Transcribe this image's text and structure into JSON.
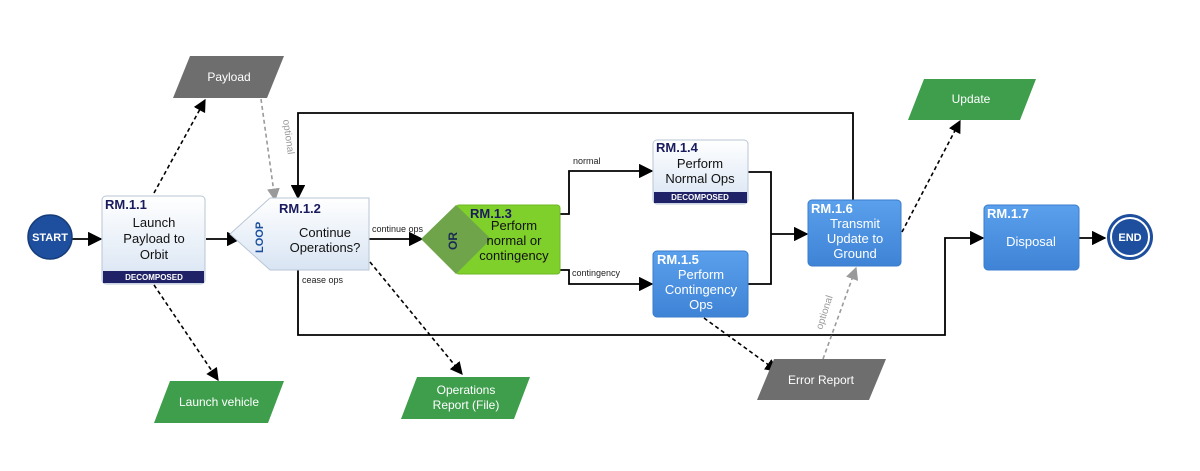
{
  "nodes": {
    "start": {
      "label": "START"
    },
    "end": {
      "label": "END"
    },
    "rm11": {
      "id": "RM.1.1",
      "lines": [
        "Launch",
        "Payload to",
        "Orbit"
      ],
      "badge": "DECOMPOSED"
    },
    "rm12": {
      "id": "RM.1.2",
      "lines": [
        "Continue",
        "Operations?"
      ],
      "loop": "LOOP"
    },
    "rm13": {
      "id": "RM.1.3",
      "lines": [
        "Perform",
        "normal or",
        "contingency"
      ],
      "gate": "OR"
    },
    "rm14": {
      "id": "RM.1.4",
      "lines": [
        "Perform",
        "Normal Ops"
      ],
      "badge": "DECOMPOSED"
    },
    "rm15": {
      "id": "RM.1.5",
      "lines": [
        "Perform",
        "Contingency",
        "Ops"
      ]
    },
    "rm16": {
      "id": "RM.1.6",
      "lines": [
        "Transmit",
        "Update to",
        "Ground"
      ]
    },
    "rm17": {
      "id": "RM.1.7",
      "lines": [
        "Disposal"
      ]
    }
  },
  "io_items": {
    "payload": {
      "lines": [
        "Payload"
      ]
    },
    "launch_vehicle": {
      "lines": [
        "Launch vehicle"
      ]
    },
    "ops_report": {
      "lines": [
        "Operations",
        "Report (File)"
      ]
    },
    "error_report": {
      "lines": [
        "Error Report"
      ]
    },
    "update": {
      "lines": [
        "Update"
      ]
    }
  },
  "edge_labels": {
    "continue_ops": "continue ops",
    "cease_ops": "cease ops",
    "normal": "normal",
    "contingency": "contingency",
    "optional_payload": "optional",
    "optional_error": "optional"
  },
  "colors": {
    "start_end": "#1d4f9e",
    "function_light": "#e6eef8",
    "badge": "#1f2266",
    "function_blue": "#4a8fe0",
    "or_gate": "#6fa44a",
    "rm13_fill": "#7fd02b",
    "io_grey": "#6e6e6e",
    "io_green": "#3e9e4c"
  }
}
